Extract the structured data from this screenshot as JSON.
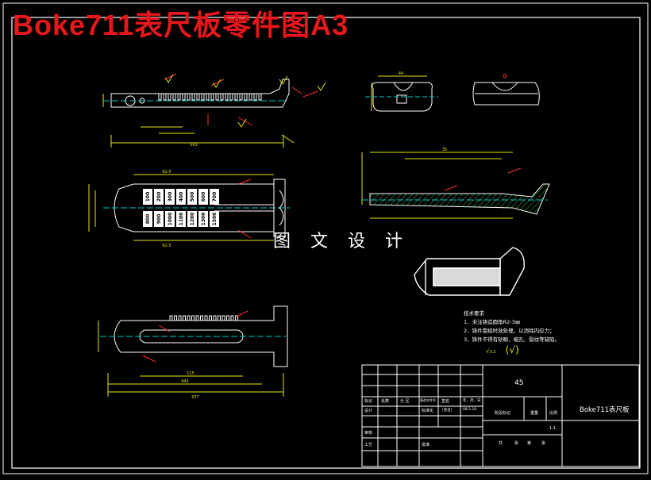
{
  "header": {
    "title": "Boke711表尺板零件图A3",
    "watermark": "图 文 设 计"
  },
  "tech_requirements": {
    "heading": "技术要求",
    "items": [
      "1、未注铸造圆角R2-3㎜",
      "2、铸件需经时效处理，以消除内应力；",
      "3、铸件不得有砂眼、缩孔、裂纹等缺陷。"
    ],
    "roughness_note": "3.2"
  },
  "title_block": {
    "quantity": "45",
    "part_name": "Boke711表尺板",
    "labels": {
      "mark": "标记",
      "count": "处数",
      "zone": "分 区",
      "doc_no": "更改文件号",
      "sign": "签名",
      "date": "年、月、日",
      "design": "设计",
      "standardize": "标准化",
      "sign2": "(签名)",
      "date2": "08.5.10",
      "stage_mark": "阶段标记",
      "weight": "重量",
      "scale": "比例",
      "scale_value": "1:1",
      "review": "审核",
      "craft": "工艺",
      "approve": "批准",
      "total": "共",
      "sheet": "张",
      "page": "第",
      "sheet2": "张"
    }
  },
  "scale_labels": {
    "top": [
      "100",
      "200",
      "300",
      "400",
      "500",
      "600",
      "700"
    ],
    "bottom": [
      "800",
      "900",
      "1000",
      "1100",
      "1200",
      "1300",
      "1500"
    ]
  },
  "dimensions": {
    "top_view_total": "563",
    "front_length": "115",
    "front_overall": "442",
    "front_total": "537",
    "side_top": "44",
    "side_sub": "35",
    "mid_top": "62.5",
    "mid_bottom": "62.5"
  },
  "colors": {
    "background": "#000000",
    "lines": "#ffffff",
    "banner": "#e8171b",
    "dim": "#e6e600",
    "center": "#00c8c8",
    "hatch": "#2fb94a",
    "accent": "#ff3030"
  }
}
